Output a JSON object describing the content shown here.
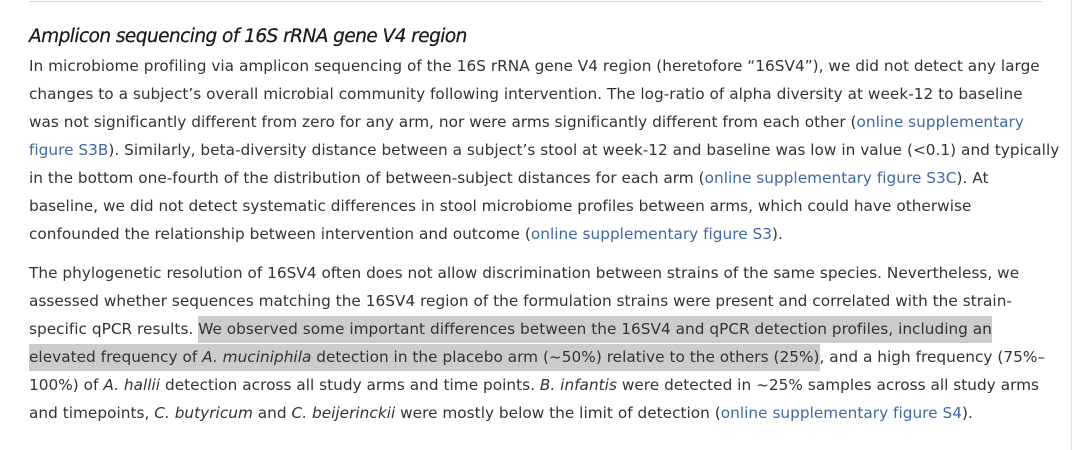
{
  "section": {
    "heading": "Amplicon sequencing of 16S rRNA gene V4 region"
  },
  "paragraph1": {
    "l1": "In microbiome profiling via amplicon sequencing of the 16S rRNA gene V4 region (heretofore “16SV4”), we did not detect any large",
    "l2": "changes to a subject’s overall microbial community following intervention. The log-ratio of alpha diversity at week-12 to baseline",
    "l3": "was not significantly different from zero for any arm, nor were arms significantly different from each other (",
    "l3_link": "online supplementary",
    "l4_link": "figure S3B",
    "l4": "). Similarly, beta-diversity distance between a subject’s stool at week-12 and baseline was low in value (<0.1) and typically",
    "l5": "in the bottom one-fourth of the distribution of between-subject distances for each arm (",
    "l5_link": "online supplementary figure S3C",
    "l5_end": "). At",
    "l6": "baseline, we did not detect systematic differences in stool microbiome profiles between arms, which could have otherwise",
    "l7": "confounded the relationship between intervention and outcome (",
    "l7_link": "online supplementary figure S3",
    "l7_end": ")."
  },
  "paragraph2": {
    "l1": "The phylogenetic resolution of 16SV4 often does not allow discrimination between strains of the same species. Nevertheless, we",
    "l2": "assessed whether sequences matching the 16SV4 region of the formulation strains were present and correlated with the strain-",
    "l3_pre": "specific qPCR results. ",
    "l3_hl": "We observed some important differences between the 16SV4 and qPCR detection profiles, including an",
    "l4_hl_a": "elevated frequency of ",
    "l4_hl_em": "A. muciniphila",
    "l4_hl_b": " detection in the placebo arm (~50%) relative to the others (25%)",
    "l4_post": ", and a high frequency (75%–",
    "l5_a": "100%) of ",
    "l5_em": "A. hallii",
    "l5_b": " detection across all study arms and time points. ",
    "l5_em2": "B. infantis",
    "l5_c": " were detected in ~25% samples across all study arms",
    "l6_a": "and timepoints, ",
    "l6_em": "C. butyricum",
    "l6_b": " and ",
    "l6_em2": "C. beijerinckii",
    "l6_c": " were mostly below the limit of detection (",
    "l6_link": "online supplementary figure S4",
    "l6_end": ")."
  },
  "colors": {
    "text": "#333333",
    "link": "#3f68a6",
    "highlight": "#cccccc"
  }
}
